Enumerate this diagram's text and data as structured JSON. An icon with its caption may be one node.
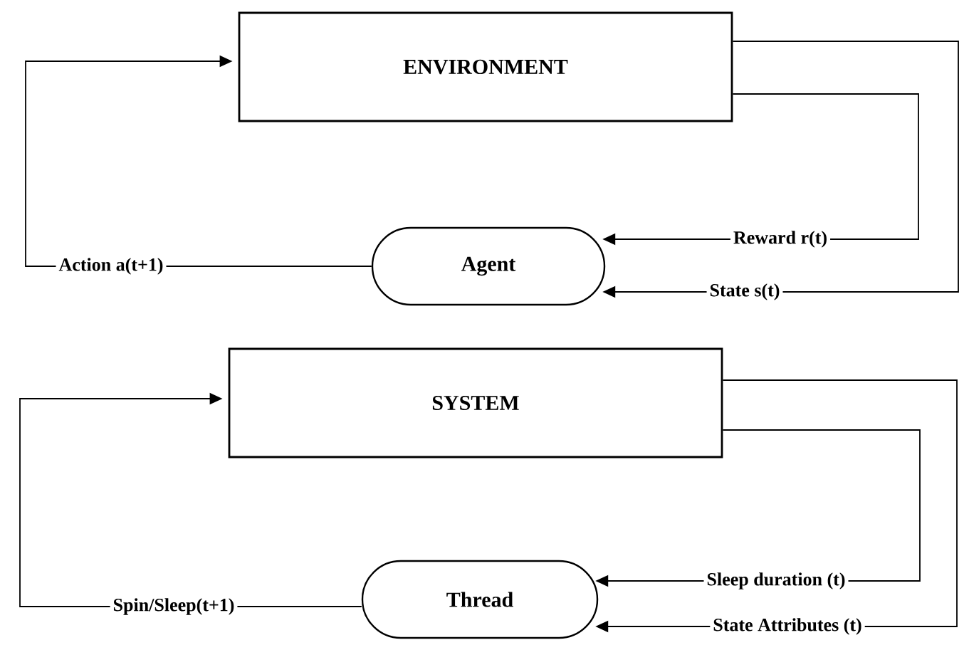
{
  "diagram": {
    "nodes": [
      {
        "text": [
          "ENVIRONMENT"
        ]
      },
      {
        "text": [
          "Agent"
        ]
      },
      {
        "text": [
          "SYSTEM"
        ]
      },
      {
        "text": [
          "Thread"
        ]
      }
    ],
    "edges": [
      {
        "from": 1,
        "to": 0,
        "arrow": "to",
        "label": "Action a(t+1)"
      },
      {
        "from": 0,
        "to": 1,
        "arrow": "to",
        "label": "Reward r(t)"
      },
      {
        "from": 0,
        "to": 1,
        "arrow": "to",
        "label": "State s(t)"
      },
      {
        "from": 3,
        "to": 2,
        "arrow": "to",
        "label": "Spin/Sleep(t+1)"
      },
      {
        "from": 2,
        "to": 3,
        "arrow": "to",
        "label": "Sleep duration (t)"
      },
      {
        "from": 2,
        "to": 3,
        "arrow": "to",
        "label": "State Attributes (t)"
      }
    ]
  }
}
